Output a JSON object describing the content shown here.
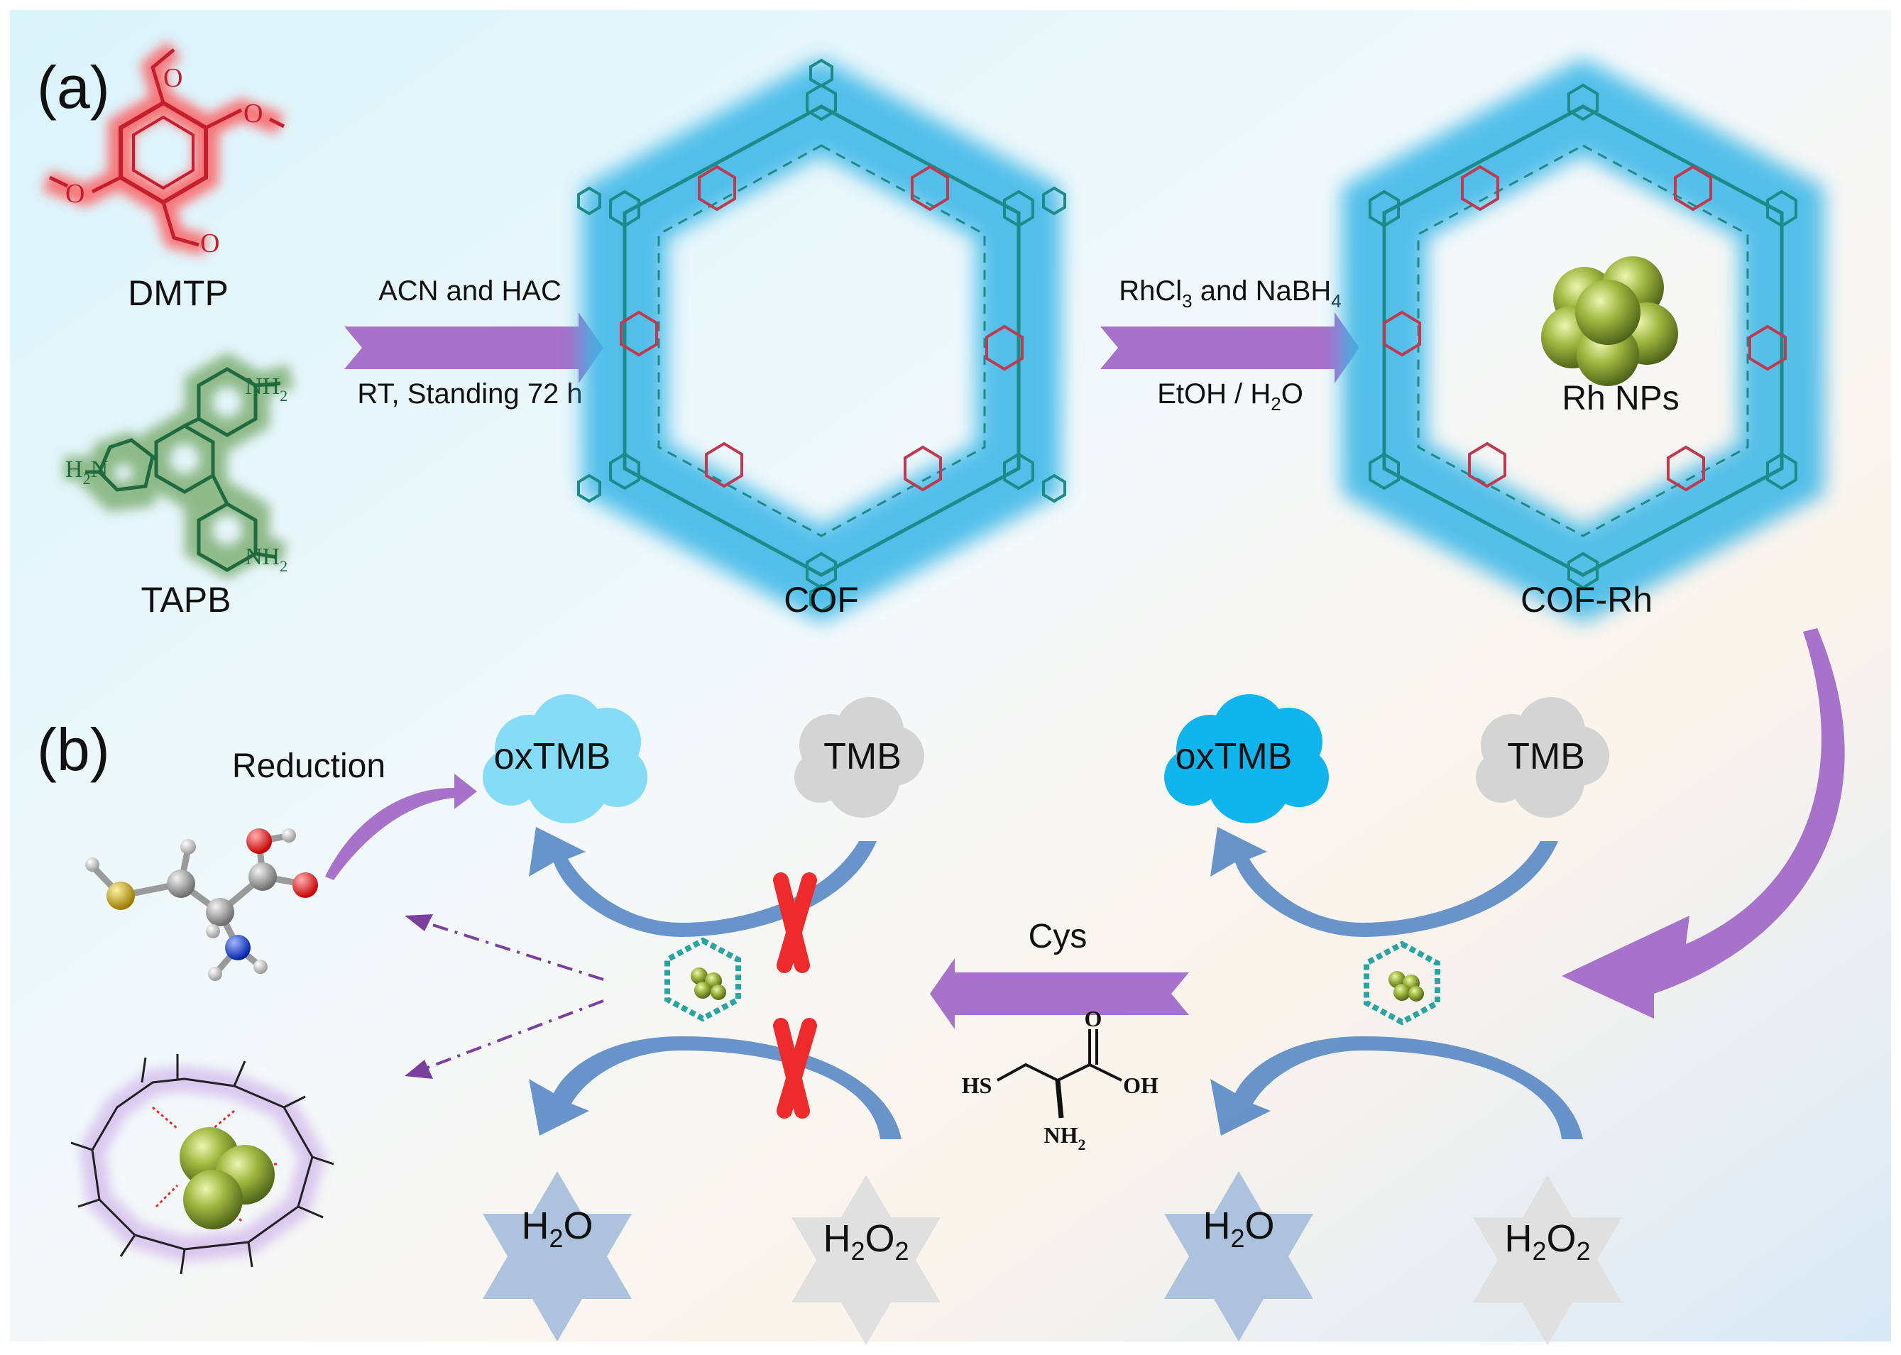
{
  "panels": {
    "a_label": "(a)",
    "b_label": "(b)"
  },
  "reagents": {
    "dmtp": "DMTP",
    "tapb": "TAPB",
    "tapb_nh2_right_top": "NH",
    "tapb_nh2_left": "H",
    "tapb_nh2_right_bottom": "NH"
  },
  "step1": {
    "top": "ACN and HAC",
    "bottom": "RT, Standing 72 h"
  },
  "step2": {
    "top_a": "RhCl",
    "top_b": " and NaBH",
    "bottom_a": "EtOH / H",
    "bottom_b": "O"
  },
  "products": {
    "cof": "COF",
    "cof_rh": "COF-Rh",
    "rh_nps": "Rh NPs"
  },
  "panel_b": {
    "reduction": "Reduction",
    "left_oxtmb": "oxTMB",
    "left_tmb": "TMB",
    "right_oxtmb": "oxTMB",
    "right_tmb": "TMB",
    "cys": "Cys",
    "left_h2o": "H",
    "left_h2o2": "H",
    "right_h2o": "H",
    "right_h2o2": "H",
    "cys_hs": "HS",
    "cys_oh": "OH",
    "cys_o": "O",
    "cys_nh2": "NH"
  },
  "colors": {
    "arrow_purple": "#a772c9",
    "curve_blue": "#4f83c3",
    "oxtmb_light": "#86dcf6",
    "oxtmb_dark": "#0fb5ec",
    "cloud_grey": "#d4d4d4",
    "star_blue": "#adc2dd",
    "rh_green": "#8fa83a",
    "cross_red": "#ee2a2a",
    "cof_teal": "#1e8a8a",
    "cof_red": "#c0394f"
  }
}
